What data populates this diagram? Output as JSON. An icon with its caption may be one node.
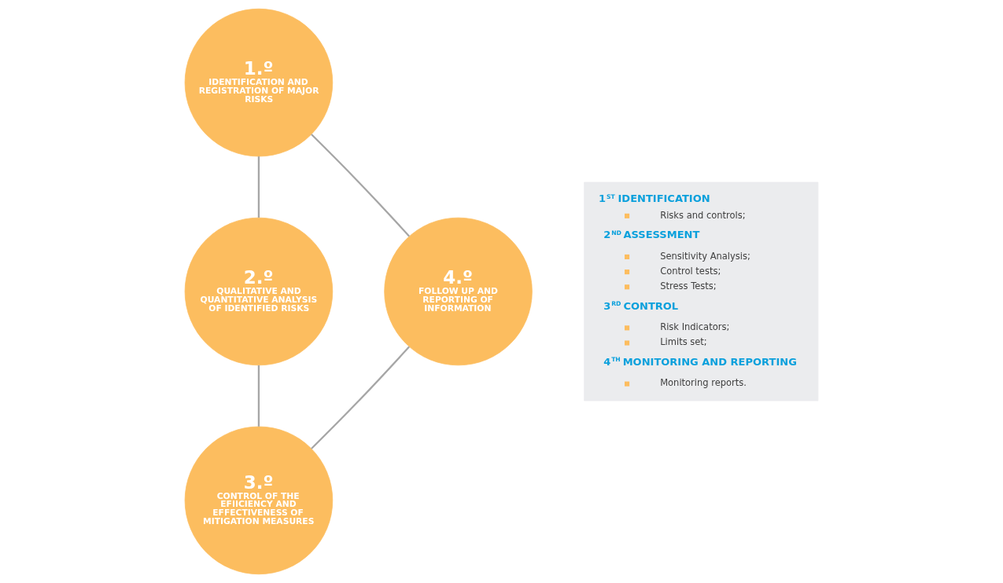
{
  "diagram": {
    "nodes": [
      {
        "text": [
          "1.º",
          "IDENTIFICATION AND REGISTRATION OF MAJOR RISKS"
        ]
      },
      {
        "text": [
          "2.º",
          "QUALITATIVE AND QUANTITATIVE ANALYSIS OF IDENTIFIED RISKS"
        ]
      },
      {
        "text": [
          "3.º",
          "CONTROL OF THE EFIICIENCY AND EFFECTIVENESS OF MITIGATION MEASURES"
        ]
      },
      {
        "text": [
          "4.º",
          "FOLLOW UP AND REPORTING OF INFORMATION"
        ]
      },
      {
        "text": [
          "1$^{ST}$ IDENTIFICATION",
          "Risks and controls;",
          "2$^{ND}$ ASSESSMENT",
          "Sensitivity Analysis;",
          "Control tests;",
          "Stress Tests;",
          "3$^{RD}$ CONTROL",
          "Risk Indicators;",
          "Limits set;",
          "4$^{TH}$ MONITORING AND REPORTING",
          "Monitoring reports."
        ]
      }
    ],
    "edges": [
      {
        "from": 0,
        "to": 1,
        "arrow": "none"
      },
      {
        "from": 1,
        "to": 2,
        "arrow": "none"
      },
      {
        "from": 2,
        "to": 3,
        "arrow": "none"
      },
      {
        "from": 3,
        "to": 0,
        "arrow": "none"
      }
    ]
  }
}
